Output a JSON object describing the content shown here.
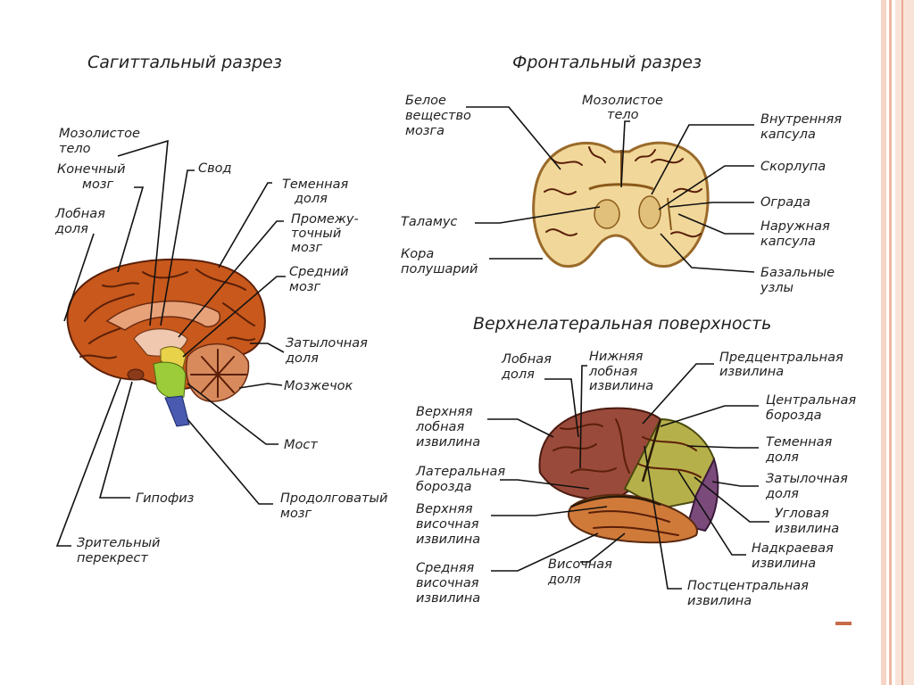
{
  "titles": {
    "sagittal": "Сагиттальный разрез",
    "frontal": "Фронтальный разрез",
    "lateral": "Верхнелатеральная поверхность"
  },
  "sagittal_labels": [
    [
      "Мозолистое",
      "тело"
    ],
    [
      "Конечный",
      "мозг"
    ],
    [
      "Лобная",
      "доля"
    ],
    [
      "Свод"
    ],
    [
      "Теменная",
      "доля"
    ],
    [
      "Промежу-",
      "точный",
      "мозг"
    ],
    [
      "Средний",
      "мозг"
    ],
    [
      "Затылочная",
      "доля"
    ],
    [
      "Мозжечок"
    ],
    [
      "Мост"
    ],
    [
      "Продолговатый",
      "мозг"
    ],
    [
      "Гипофиз"
    ],
    [
      "Зрительный",
      "перекрест"
    ]
  ],
  "frontal_labels": [
    [
      "Белое",
      "вещество",
      "мозга"
    ],
    [
      "Мозолистое",
      "тело"
    ],
    [
      "Внутренняя",
      "капсула"
    ],
    [
      "Скорлупа"
    ],
    [
      "Ограда"
    ],
    [
      "Наружная",
      "капсула"
    ],
    [
      "Базальные",
      "узлы"
    ],
    [
      "Таламус"
    ],
    [
      "Кора",
      "полушарий"
    ]
  ],
  "lateral_labels": [
    [
      "Лобная",
      "доля"
    ],
    [
      "Нижняя",
      "лобная",
      "извилина"
    ],
    [
      "Предцентральная",
      "извилина"
    ],
    [
      "Центральная",
      "борозда"
    ],
    [
      "Теменная",
      "доля"
    ],
    [
      "Затылочная",
      "доля"
    ],
    [
      "Угловая",
      "извилина"
    ],
    [
      "Надкраевая",
      "извилина"
    ],
    [
      "Постцентральная",
      "извилина"
    ],
    [
      "Височная",
      "доля"
    ],
    [
      "Верхняя",
      "лобная",
      "извилина"
    ],
    [
      "Латеральная",
      "борозда"
    ],
    [
      "Верхняя",
      "височная",
      "извилина"
    ],
    [
      "Средняя",
      "височная",
      "извилина"
    ]
  ],
  "colors": {
    "cortex": "#c8581c",
    "cortex_dark": "#8a2e0c",
    "white_matter": "#e6b27a",
    "midbrain": "#f0c8b0",
    "cerebellum": "#c86a3a",
    "brainstem_green": "#9ccc3a",
    "brainstem_yellow": "#e8d24a",
    "medulla_blue": "#4a5ab0",
    "frontal_section": "#f1d89a",
    "frontal_cortex": "#9a6a2a",
    "lateral_frontal": "#9a4a3a",
    "lateral_parietal": "#b6b04a",
    "lateral_temporal": "#d07a3a",
    "lateral_occipital": "#7a4a7a",
    "deco_strip": "#f3c7b4"
  }
}
